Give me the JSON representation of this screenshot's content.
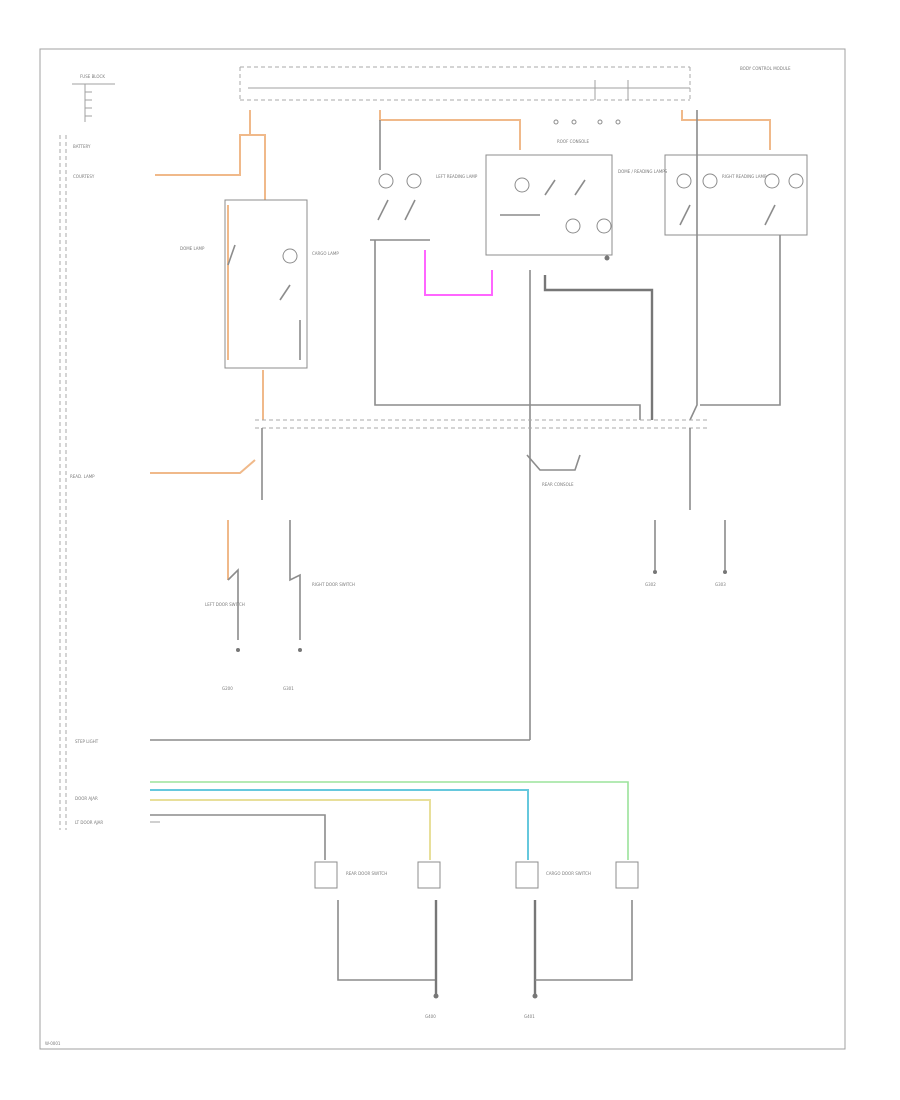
{
  "diagram": {
    "footer_code": "W-0001",
    "nodes": [
      {
        "id": "fuse-block",
        "label": "FUSE BLOCK"
      },
      {
        "id": "battery",
        "label": "BATTERY"
      },
      {
        "id": "courtesy",
        "label": "COURTESY"
      },
      {
        "id": "rear-reading-lamp",
        "label": "READ. LAMP"
      },
      {
        "id": "step-light",
        "label": "STEP LIGHT"
      },
      {
        "id": "door-ajar",
        "label": "DOOR AJAR"
      },
      {
        "id": "lt-door-ajar",
        "label": "LT DOOR AJAR"
      },
      {
        "id": "body-control-module",
        "label": "BODY CONTROL MODULE"
      },
      {
        "id": "roof-console",
        "label": "ROOF CONSOLE"
      },
      {
        "id": "cargo-lamp",
        "label": "CARGO LAMP"
      },
      {
        "id": "dome-lamp",
        "label": "DOME LAMP"
      },
      {
        "id": "left-reading-lamp",
        "label": "LEFT READING LAMP"
      },
      {
        "id": "right-reading-lamp",
        "label": "RIGHT READING LAMP"
      },
      {
        "id": "dome-reading-lamps",
        "label": "DOME / READING LAMPS"
      },
      {
        "id": "rear-console",
        "label": "REAR CONSOLE"
      },
      {
        "id": "left-door-switch",
        "label": "LEFT DOOR SWITCH"
      },
      {
        "id": "right-door-switch",
        "label": "RIGHT DOOR SWITCH"
      },
      {
        "id": "rear-door-switch",
        "label": "REAR DOOR SWITCH"
      },
      {
        "id": "cargo-door-switch",
        "label": "CARGO DOOR SWITCH"
      },
      {
        "id": "ground-1",
        "label": "G200"
      },
      {
        "id": "ground-2",
        "label": "G301"
      },
      {
        "id": "ground-3",
        "label": "G302"
      },
      {
        "id": "ground-4",
        "label": "G303"
      },
      {
        "id": "ground-5",
        "label": "G400"
      },
      {
        "id": "ground-6",
        "label": "G401"
      }
    ]
  }
}
